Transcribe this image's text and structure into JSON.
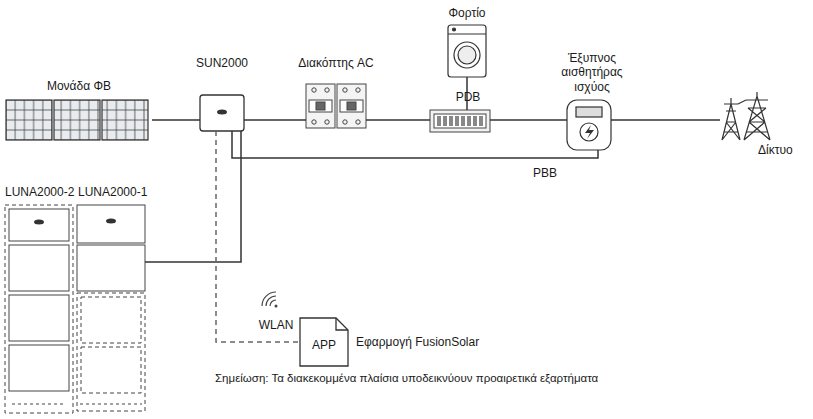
{
  "diagram": {
    "nodes": [
      {
        "text": [
          "Μονάδα ΦΒ"
        ]
      },
      {
        "text": [
          "SUN2000"
        ]
      },
      {
        "text": [
          "Διακόπτης AC"
        ]
      },
      {
        "text": [
          "PDB"
        ]
      },
      {
        "text": [
          "Φορτίο"
        ]
      },
      {
        "text": [
          "Έξυπνος αισθητήρας ισχύος"
        ]
      },
      {
        "text": [
          "Δίκτυο"
        ]
      },
      {
        "text": [
          "LUNA2000-2"
        ]
      },
      {
        "text": [
          "LUNA2000-1"
        ]
      },
      {
        "text": [
          "APP",
          "Εφαρμογή FusionSolar"
        ]
      }
    ],
    "edges": [
      {
        "from": 0,
        "to": 1,
        "arrow": "none"
      },
      {
        "from": 1,
        "to": 2,
        "arrow": "none"
      },
      {
        "from": 2,
        "to": 3,
        "arrow": "none"
      },
      {
        "from": 3,
        "to": 4,
        "arrow": "none"
      },
      {
        "from": 3,
        "to": 5,
        "arrow": "none"
      },
      {
        "from": 5,
        "to": 6,
        "arrow": "none"
      },
      {
        "from": 1,
        "to": 5,
        "label": "PBB",
        "arrow": "none"
      },
      {
        "from": 1,
        "to": 8,
        "arrow": "none"
      },
      {
        "from": 1,
        "to": 9,
        "label": "WLAN",
        "arrow": "none"
      }
    ],
    "labels": [
      "Σημείωση: Τα διακεκομμένα πλαίσια υποδεικνύουν προαιρετικά εξαρτήματα"
    ]
  }
}
